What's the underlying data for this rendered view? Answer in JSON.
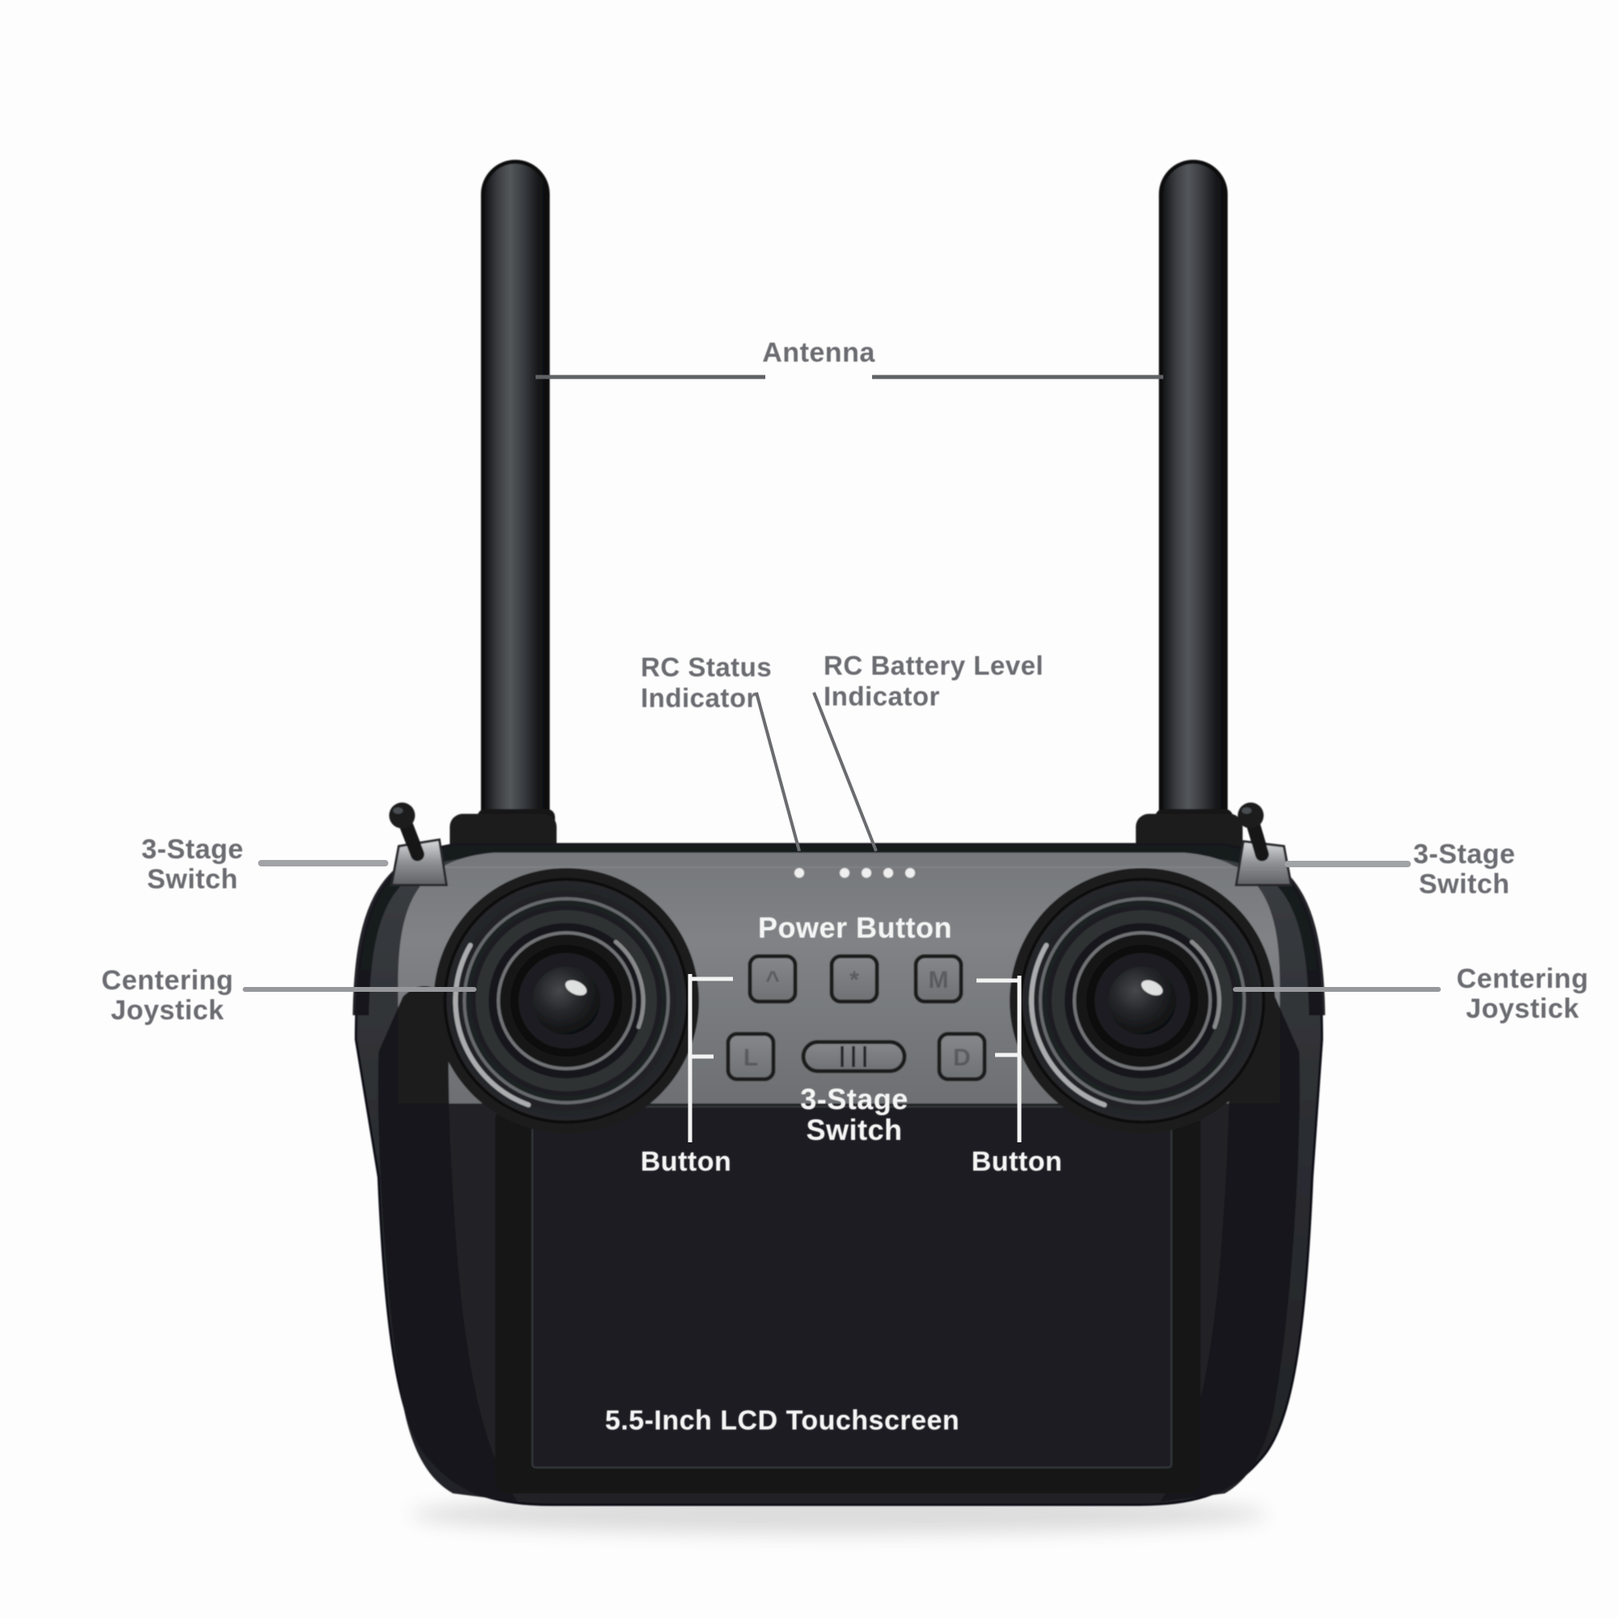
{
  "page": {
    "background": "#fdfdfd",
    "description": "Annotated diagram of a handheld RC remote controller with dual antennas, joysticks and 5.5-inch touchscreen"
  },
  "callouts": {
    "antenna": {
      "label": "Antenna"
    },
    "rc_status_indicator": {
      "line1": "RC Status",
      "line2": "Indicator"
    },
    "rc_battery_level_indicator": {
      "line1": "RC Battery Level",
      "line2": "Indicator"
    },
    "three_stage_switch_left": {
      "line1": "3-Stage",
      "line2": "Switch"
    },
    "three_stage_switch_right": {
      "line1": "3-Stage",
      "line2": "Switch"
    },
    "centering_joystick_left": {
      "line1": "Centering",
      "line2": "Joystick"
    },
    "centering_joystick_right": {
      "line1": "Centering",
      "line2": "Joystick"
    }
  },
  "device": {
    "power_button_label": "Power Button",
    "center_switch_label": {
      "line1": "3-Stage",
      "line2": "Switch"
    },
    "button_label_left": "Button",
    "button_label_right": "Button",
    "touchscreen_label": "5.5-Inch LCD Touchscreen",
    "rc_status_dot_count": 1,
    "rc_battery_dot_count": 4,
    "key_glyphs": [
      "^",
      "*",
      "M",
      "L",
      "D"
    ]
  },
  "colors": {
    "callout_text": "#6b6c71",
    "leader_line_dark": "#606165",
    "leader_line_light": "#9b9c9f",
    "bracket_line_white": "#f3f3f3",
    "device_body": "#2b2d31",
    "device_face": "#797b7e",
    "screen": "#1d1e21",
    "label_white": "#f5f5f5",
    "indicator_dot": "#efefef"
  }
}
